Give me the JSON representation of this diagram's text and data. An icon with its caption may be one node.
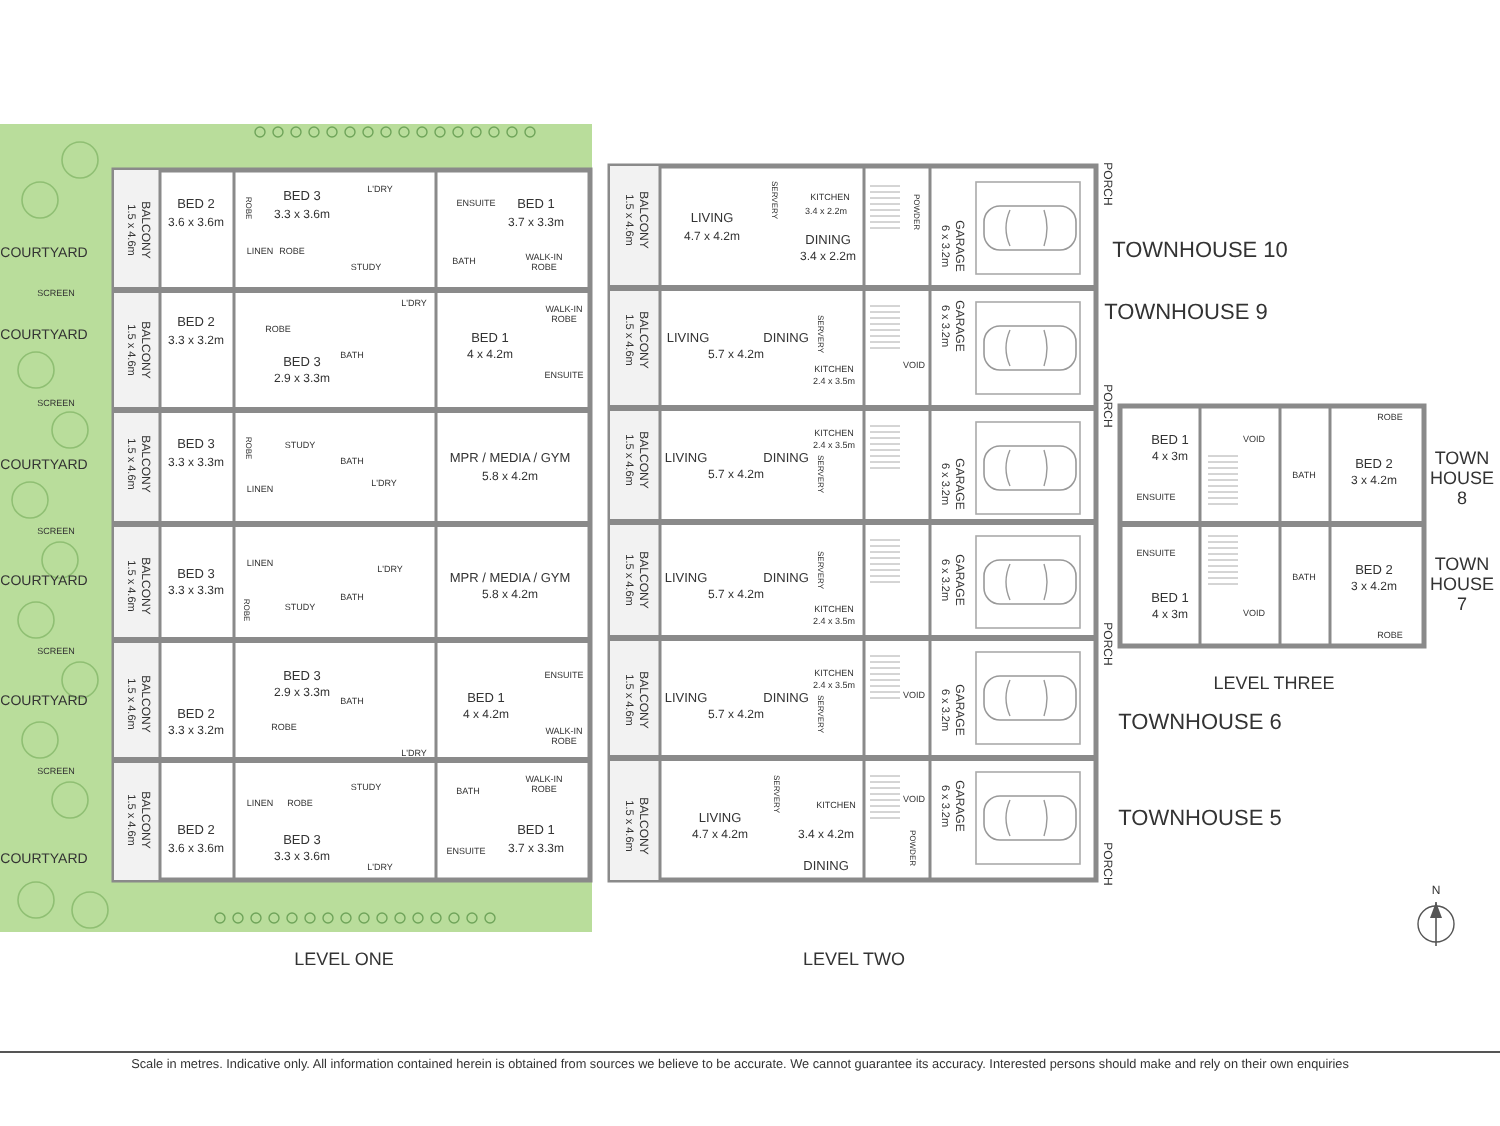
{
  "diagram": {
    "labels": [
      "COURTYARD",
      "BALCONY",
      "1.5 x 4.6m",
      "BED 2",
      "3.6 x 3.6m",
      "ROBE",
      "BED 3",
      "3.3 x 3.6m",
      "L'DRY",
      "ENSUITE",
      "BED 1",
      "3.7 x 3.3m",
      "LINEN",
      "ROBE",
      "STUDY",
      "BATH",
      "WALK-IN ROBE",
      "SCREEN",
      "COURTYARD",
      "BALCONY",
      "1.5 x 4.6m",
      "BED 2",
      "3.3 x 3.2m",
      "ROBE",
      "L'DRY",
      "WALK-IN ROBE",
      "BED 1",
      "4 x 4.2m",
      "BED 3",
      "2.9 x 3.3m",
      "BATH",
      "ENSUITE",
      "SCREEN",
      "COURTYARD",
      "BALCONY",
      "1.5 x 4.6m",
      "BED 3",
      "3.3 x 3.3m",
      "ROBE",
      "STUDY",
      "BATH",
      "MPR / MEDIA / GYM",
      "5.8 x 4.2m",
      "LINEN",
      "L'DRY",
      "SCREEN",
      "LINEN",
      "L'DRY",
      "COURTYARD",
      "BALCONY",
      "1.5 x 4.6m",
      "BED 3",
      "3.3 x 3.3m",
      "ROBE",
      "STUDY",
      "BATH",
      "MPR / MEDIA / GYM",
      "5.8 x 4.2m",
      "SCREEN",
      "ENSUITE",
      "BED 3",
      "2.9 x 3.3m",
      "COURTYARD",
      "BALCONY",
      "1.5 x 4.6m",
      "BED 1",
      "4 x 4.2m",
      "BATH",
      "BED 2",
      "3.3 x 3.2m",
      "ROBE",
      "WALK-IN ROBE",
      "L'DRY",
      "SCREEN",
      "STUDY",
      "BATH",
      "WALK-IN ROBE",
      "LINEN",
      "ROBE",
      "BALCONY",
      "1.5 x 4.6m",
      "BED 2",
      "3.6 x 3.6m",
      "BED 3",
      "3.3 x 3.6m",
      "BED 1",
      "3.7 x 3.3m",
      "ENSUITE",
      "COURTYARD",
      "L'DRY",
      "BALCONY",
      "1.5 x 4.6m",
      "PORCH",
      "SERVERY",
      "KITCHEN",
      "3.4 x 2.2m",
      "LIVING",
      "4.7 x 4.2m",
      "POWDER",
      "DINING",
      "3.4 x 2.2m",
      "GARAGE",
      "6 x 3.2m",
      "TOWNHOUSE 10",
      "TOWNHOUSE 9",
      "GARAGE",
      "6 x 3.2m",
      "BALCONY",
      "1.5 x 4.6m",
      "LIVING",
      "DINING",
      "5.7 x 4.2m",
      "SERVERY",
      "VOID",
      "KITCHEN",
      "2.4 x 3.5m",
      "PORCH",
      "KITCHEN",
      "2.4 x 3.5m",
      "BALCONY",
      "1.5 x 4.6m",
      "LIVING",
      "DINING",
      "5.7 x 4.2m",
      "SERVERY",
      "GARAGE",
      "6 x 3.2m",
      "LIVING",
      "DINING",
      "5.7 x 4.2m",
      "SERVERY",
      "BALCONY",
      "1.5 x 4.6m",
      "GARAGE",
      "6 x 3.2m",
      "KITCHEN",
      "2.4 x 3.5m",
      "PORCH",
      "KITCHEN",
      "2.4 x 3.5m",
      "VOID",
      "BALCONY",
      "1.5 x 4.6m",
      "LIVING",
      "DINING",
      "5.7 x 4.2m",
      "SERVERY",
      "GARAGE",
      "6 x 3.2m",
      "TOWNHOUSE 6",
      "SERVERY",
      "KITCHEN",
      "VOID",
      "GARAGE",
      "6 x 3.2m",
      "TOWNHOUSE 5",
      "BALCONY",
      "1.5 x 4.6m",
      "LIVING",
      "4.7 x 4.2m",
      "3.4 x 4.2m",
      "POWDER",
      "DINING",
      "PORCH",
      "ROBE",
      "BED 1",
      "4 x 3m",
      "VOID",
      "BATH",
      "BED 2",
      "3 x 4.2m",
      "TOWN HOUSE 8",
      "ENSUITE",
      "ENSUITE",
      "BATH",
      "BED 2",
      "3 x 4.2m",
      "TOWN HOUSE 7",
      "BED 1",
      "4 x 3m",
      "VOID",
      "ROBE",
      "LEVEL THREE",
      "N",
      "LEVEL ONE",
      "LEVEL TWO",
      "Scale in metres. Indicative only. All information contained herein is obtained from sources we believe to be accurate. We cannot guarantee its accuracy. Interested persons should make and rely on their own enquiries"
    ]
  }
}
